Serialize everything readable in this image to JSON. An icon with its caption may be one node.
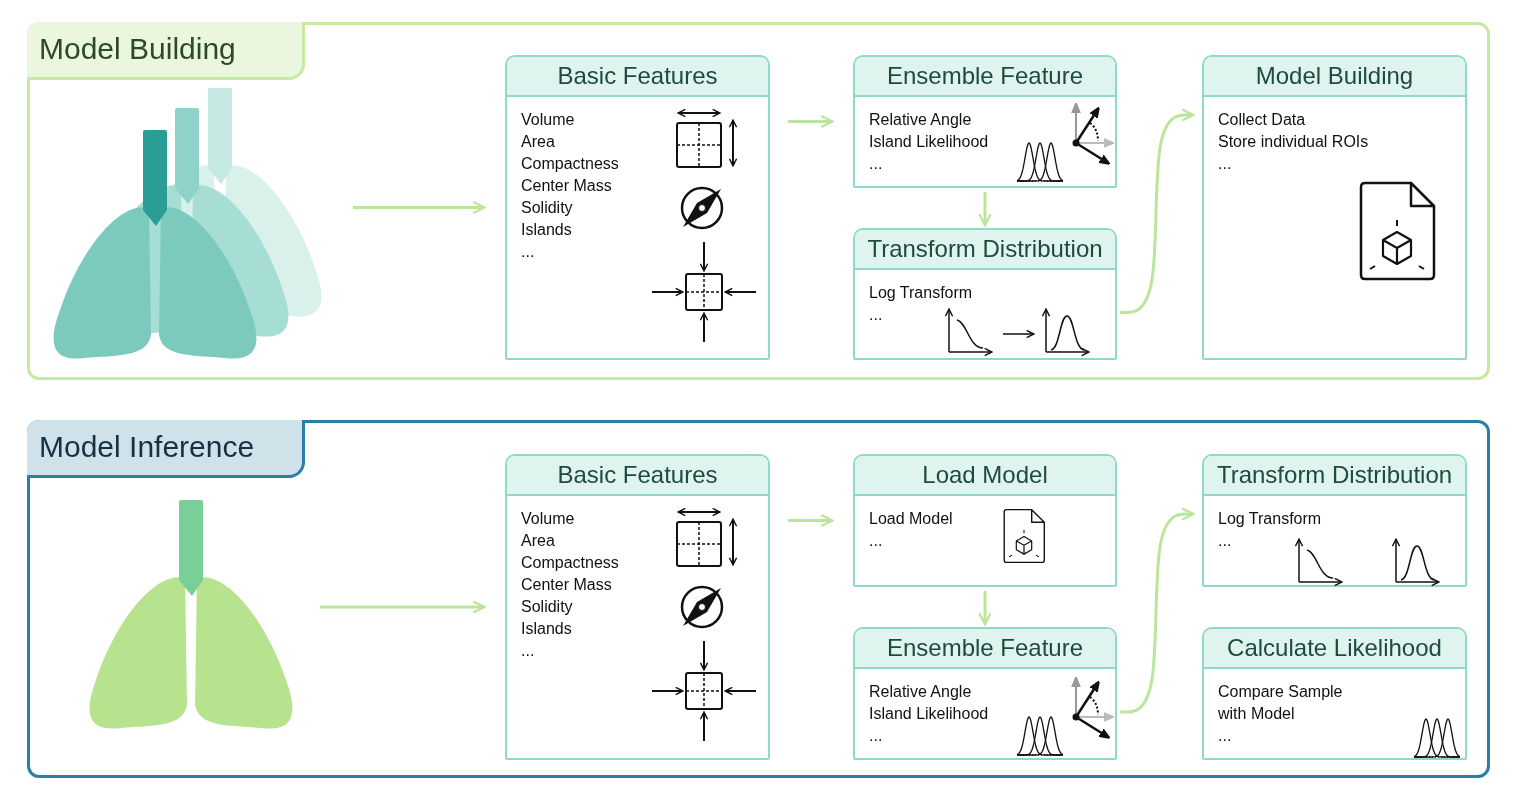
{
  "diagram": {
    "nodes": [
      {
        "text": [
          "Model Building"
        ]
      },
      {
        "text": [],
        "shape": "picture",
        "in": 0
      },
      {
        "text": [
          "Basic Features",
          "Volume",
          "Area",
          "Compactness",
          "Center Mass",
          "Solidity",
          "Islands",
          "..."
        ],
        "in": 0
      },
      {
        "text": [
          "Ensemble Feature",
          "Relative Angle",
          "Island Likelihood",
          "..."
        ],
        "in": 0
      },
      {
        "text": [
          "Transform Distribution",
          "Log Transform",
          "..."
        ],
        "in": 0
      },
      {
        "text": [
          "Model Building",
          "Collect Data",
          "Store individual ROIs",
          "..."
        ],
        "in": 0
      },
      {
        "text": [
          "Model Inference"
        ]
      },
      {
        "text": [],
        "shape": "picture",
        "in": 6
      },
      {
        "text": [
          "Basic Features",
          "Volume",
          "Area",
          "Compactness",
          "Center Mass",
          "Solidity",
          "Islands",
          "..."
        ],
        "in": 6
      },
      {
        "text": [
          "Load Model",
          "Load Model",
          "..."
        ],
        "in": 6
      },
      {
        "text": [
          "Ensemble Feature",
          "Relative Angle",
          "Island Likelihood",
          "..."
        ],
        "in": 6
      },
      {
        "text": [
          "Transform Distribution",
          "Log Transform",
          "..."
        ],
        "in": 6
      },
      {
        "text": [
          "Calculate Likelihood",
          "Compare Sample with Model",
          "..."
        ],
        "in": 6
      }
    ],
    "edges": [
      {
        "from": 1,
        "to": 2,
        "arrow": "to"
      },
      {
        "from": 2,
        "to": 3,
        "arrow": "to"
      },
      {
        "from": 3,
        "to": 4,
        "arrow": "to"
      },
      {
        "from": 4,
        "to": 5,
        "arrow": "to"
      },
      {
        "from": 7,
        "to": 8,
        "arrow": "to"
      },
      {
        "from": 8,
        "to": 9,
        "arrow": "to"
      },
      {
        "from": 9,
        "to": 10,
        "arrow": "to"
      },
      {
        "from": 10,
        "to": 11,
        "arrow": "to"
      }
    ]
  }
}
